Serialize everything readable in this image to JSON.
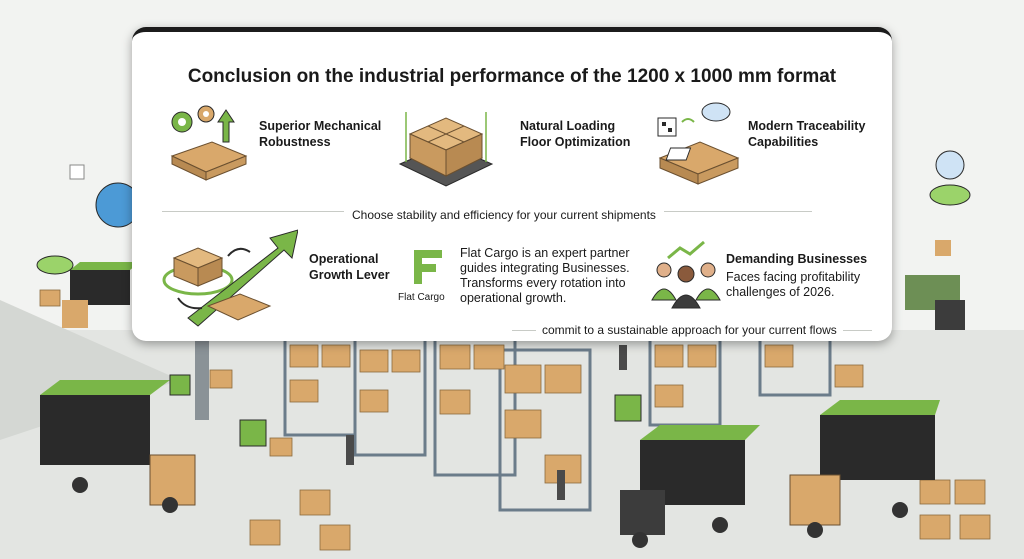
{
  "title": "Conclusion on the industrial performance of the 1200 x 1000 mm format",
  "features": {
    "robustness": "Superior Mechanical\nRobustness",
    "loading": "Natural Loading\nFloor Optimization",
    "traceability": "Modern Traceability\nCapabilities",
    "growth": "Operational\nGrowth Lever",
    "businesses": "Demanding Businesses"
  },
  "divider_text": "Choose stability and efficiency for your current shipments",
  "partner_text": "Flat Cargo is an expert partner guides integrating Businesses. Transforms every rotation into operational growth.",
  "logo_text": "Flat Cargo",
  "businesses_text": "Faces facing profitability challenges of 2026.",
  "bottom_text": "commit to a sustainable approach for your current flows",
  "colors": {
    "accent_green": "#7ab648",
    "pallet_wood": "#d9a86b",
    "card_bg": "#ffffff"
  }
}
